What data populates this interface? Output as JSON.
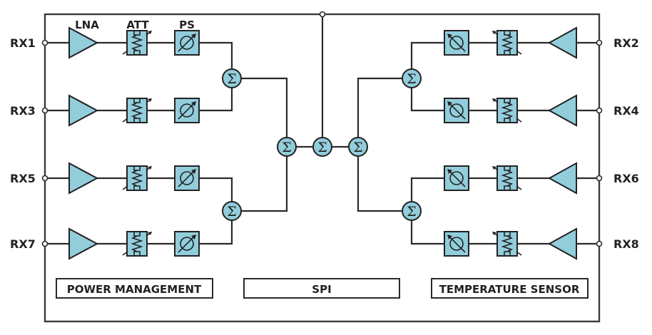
{
  "diagram": {
    "title": "8-channel RF receiver beamformer block diagram",
    "colors": {
      "block_fill": "#92cddc",
      "line": "#2a2a2a",
      "text": "#222222"
    },
    "column_headers": {
      "lna": "LNA",
      "att": "ATT",
      "ps": "PS"
    },
    "left_channels": [
      "RX1",
      "RX3",
      "RX5",
      "RX7"
    ],
    "right_channels": [
      "RX2",
      "RX4",
      "RX6",
      "RX8"
    ],
    "summer_symbol": "Σ",
    "bottom_blocks": {
      "power_management": "POWER MANAGEMENT",
      "spi": "SPI",
      "temperature_sensor": "TEMPERATURE SENSOR"
    },
    "icons": {
      "lna": "amplifier-triangle-icon",
      "att": "variable-attenuator-icon",
      "ps": "phase-shifter-icon",
      "summer": "summing-junction-icon",
      "port": "port-node-icon"
    }
  }
}
